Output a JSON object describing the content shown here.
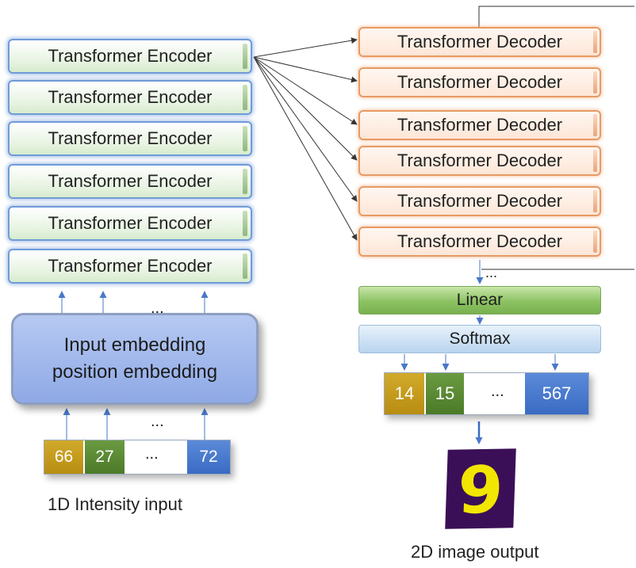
{
  "encoders": [
    "Transformer Encoder",
    "Transformer Encoder",
    "Transformer Encoder",
    "Transformer Encoder",
    "Transformer Encoder",
    "Transformer Encoder"
  ],
  "decoders": [
    "Transformer Decoder",
    "Transformer Decoder",
    "Transformer Decoder",
    "Transformer Decoder",
    "Transformer Decoder",
    "Transformer Decoder"
  ],
  "embedding": {
    "line1": "Input embedding",
    "line2": "position embedding"
  },
  "input_tokens": [
    "66",
    "27",
    "72"
  ],
  "input_ellipsis": "...",
  "encoder_input_ellipsis": "...",
  "embed_input_ellipsis": "...",
  "decoder_output_ellipsis": "...",
  "linear_label": "Linear",
  "softmax_label": "Softmax",
  "output_tokens": [
    "14",
    "15",
    "567"
  ],
  "output_ellipsis": "...",
  "digit": "9",
  "input_caption": "1D Intensity input",
  "output_caption": "2D image output",
  "colors": {
    "token_gold": "#b88d12",
    "token_green": "#4c7a29",
    "token_blue": "#3a6bc4",
    "digit_bg": "#3b0f57",
    "digit_fg": "#f2e600"
  }
}
